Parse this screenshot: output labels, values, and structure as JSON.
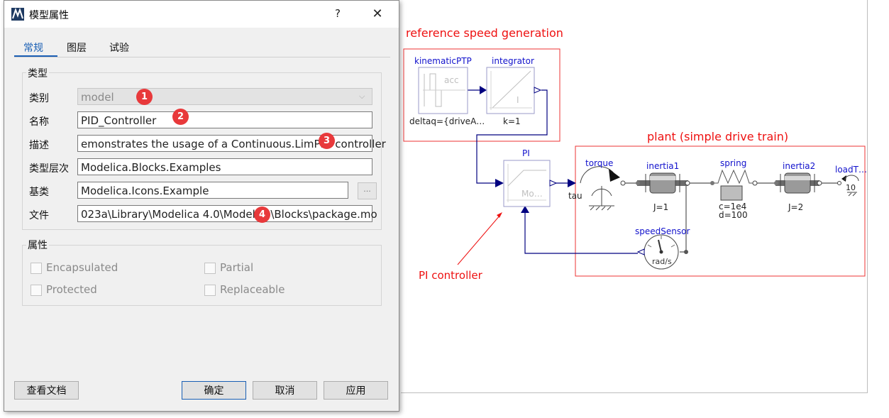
{
  "dialog": {
    "title": "模型属性",
    "help_label": "?",
    "close_label": "✕",
    "tabs": [
      {
        "label": "常规",
        "active": true
      },
      {
        "label": "图层",
        "active": false
      },
      {
        "label": "试验",
        "active": false
      }
    ],
    "type_group": {
      "title": "类型",
      "rows": [
        {
          "label": "类别",
          "value": "model",
          "badge": "1"
        },
        {
          "label": "名称",
          "value": "PID_Controller",
          "badge": "2"
        },
        {
          "label": "描述",
          "value": "emonstrates the usage of a Continuous.LimPID controller",
          "badge": "3"
        },
        {
          "label": "类型层次",
          "value": "Modelica.Blocks.Examples"
        },
        {
          "label": "基类",
          "value": "Modelica.Icons.Example",
          "browse": "..."
        },
        {
          "label": "文件",
          "value": "023a\\Library\\Modelica 4.0\\Modelica\\Blocks\\package.mo",
          "badge": "4"
        }
      ]
    },
    "attr_group": {
      "title": "属性",
      "checkboxes": [
        {
          "label": "Encapsulated",
          "checked": false
        },
        {
          "label": "Partial",
          "checked": false
        },
        {
          "label": "Protected",
          "checked": false
        },
        {
          "label": "Replaceable",
          "checked": false
        }
      ]
    },
    "buttons": {
      "docs": "查看文档",
      "ok": "确定",
      "cancel": "取消",
      "apply": "应用"
    }
  },
  "diagram": {
    "annotations": {
      "reference": "reference speed generation",
      "plant": "plant (simple drive train)",
      "pi_controller": "PI controller"
    },
    "blocks": {
      "kinematicPTP": {
        "name": "kinematicPTP",
        "param": "deltaq={driveA…",
        "icon_text": "acc"
      },
      "integrator": {
        "name": "integrator",
        "param": "k=1",
        "icon_text": "I"
      },
      "pi": {
        "name": "PI",
        "icon_text": "Mo…"
      },
      "torque": {
        "name": "torque",
        "port_label": "tau"
      },
      "inertia1": {
        "name": "inertia1",
        "param": "J=1"
      },
      "spring": {
        "name": "spring",
        "param1": "c=1e4",
        "param2": "d=100"
      },
      "inertia2": {
        "name": "inertia2",
        "param": "J=2"
      },
      "load": {
        "name": "loadT…",
        "param": "10"
      },
      "speedSensor": {
        "name": "speedSensor",
        "unit": "rad/s"
      }
    },
    "colors": {
      "annotation": "#ee1111",
      "name": "#1111cc",
      "connector": "#000080",
      "mech": "#5a5a5a"
    }
  }
}
